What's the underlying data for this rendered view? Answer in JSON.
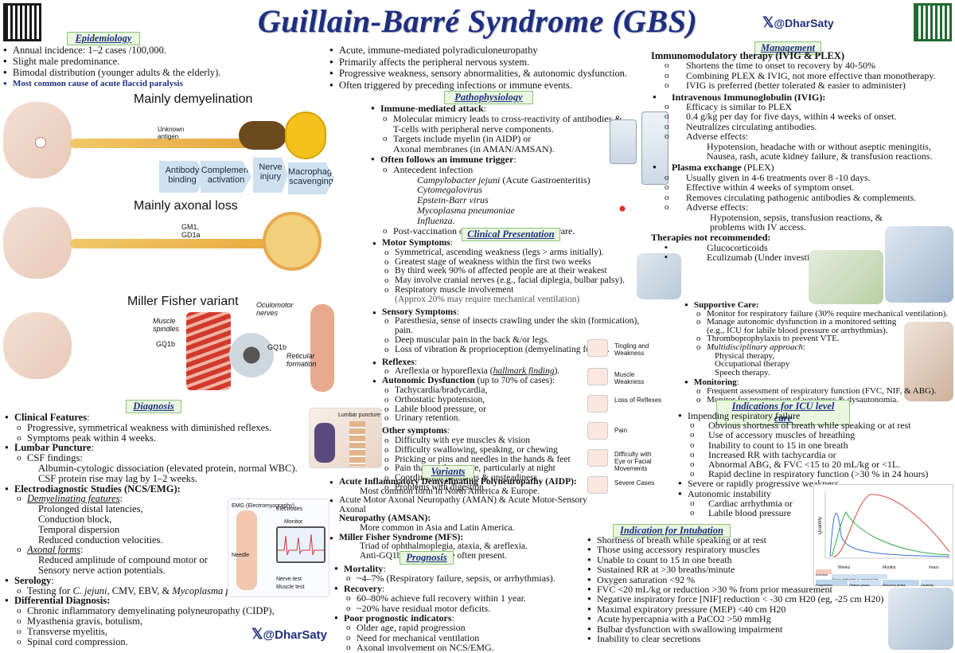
{
  "title": "Guillain-Barré Syndrome (GBS)",
  "handle": "@DharSaty",
  "epidemiology": {
    "header": "Epidemiology",
    "items": [
      "Annual incidence: 1–2 cases /100,000.",
      "Slight male predominance.",
      "Bimodal distribution (younger adults & the elderly)."
    ],
    "highlight": "Most common cause of acute flaccid paralysis"
  },
  "figure_left": {
    "demyelination_title": "Mainly demyelination",
    "unknown_antigen": "Unknown antigen",
    "arrows": [
      "Antibody binding",
      "Complement activation",
      "Nerve injury",
      "Macrophage scavenging"
    ],
    "axonal_title": "Mainly axonal loss",
    "gm1": "GM1, GD1a",
    "mfs_title": "Miller Fisher variant",
    "muscle_spindles": "Muscle spindles",
    "gq1b": "GQ1b",
    "oculomotor": "Oculomotor nerves",
    "gq1b_2": "GQ1b",
    "reticular": "Reticular formation"
  },
  "intro": {
    "items": [
      "Acute, immune-mediated polyradiculoneuropathy",
      "Primarily affects the peripheral nervous system.",
      "Progressive weakness, sensory abnormalities, & autonomic dysfunction.",
      "Often triggered by preceding infections or immune events."
    ]
  },
  "pathophysiology": {
    "header": "Pathophysiology",
    "immune_label": "Immune-mediated attack",
    "immune_items": [
      "Molecular mimicry leads to cross-reactivity of antibodies &",
      "T-cells with peripheral nerve components.",
      "Targets include myelin (in AIDP) or",
      "Axonal membranes (in AMAN/AMSAN)."
    ],
    "trigger_label": "Often follows an immune trigger",
    "antecedent": "Antecedent infection",
    "pathogens": [
      "Campylobacter jejuni",
      "Cytomegalovirus",
      "Epstein-Barr virus",
      "Mycoplasma pneumoniae",
      "Influenza."
    ],
    "campy_note": " (Acute Gastroenteritis)",
    "post": "Post-vaccination or post-surgical cases are rare."
  },
  "clinical": {
    "header": "Clinical Presentation",
    "motor_label": "Motor Symptoms",
    "motor_items": [
      "Symmetrical, ascending weakness (legs > arms initially).",
      "Greatest stage of weakness within the first two weeks",
      "By third week 90% of affected people are at their weakest",
      "May involve cranial nerves (e.g., facial diplegia, bulbar palsy).",
      "Respiratory muscle involvement"
    ],
    "motor_note": "(Approx 20% may require mechanical ventilation)",
    "sensory_label": "Sensory Symptoms",
    "sensory_items": [
      "Paresthesia, sense of insects crawling under the skin (formication), pain.",
      "Deep muscular pain in the back &/or legs.",
      "Loss of vibration & proprioception (demyelinating forms)."
    ],
    "reflex_label": "Reflexes",
    "reflex_item": "Areflexia or hyporeflexia (",
    "reflex_hallmark": "hallmark finding",
    "reflex_end": ").",
    "auto_label": "Autonomic Dysfunction",
    "auto_note": " (up to 70% of cases):",
    "auto_items": [
      "Tachycardia/bradycardia,",
      "Orthostatic hypotension,",
      "Labile blood pressure, or",
      "Urinary retention."
    ],
    "other_label": "Other symptoms",
    "other_items": [
      "Difficulty with eye muscles & vision",
      "Difficulty swallowing, speaking, or chewing",
      "Pricking or pins and needles in the hands & feet",
      "Pain that can be severe, particularly at night",
      "Coordination problems & unsteadiness",
      "Problems with digestion"
    ],
    "symptom_icons": [
      "Tingling and Weakness",
      "Muscle Weakness",
      "Loss of Reflexes",
      "Pain",
      "Difficulty with Eye or Facial Movements",
      "Severe Cases"
    ]
  },
  "variants": {
    "header": "Variants",
    "aidp": "Acute Inflammatory Demyelinating Polyneuropathy (AIDP):",
    "aidp_sub": "Most common form in North America & Europe.",
    "aman": "Acute Motor Axonal Neuropathy (AMAN) & Acute Motor-Sensory Axonal",
    "aman2": "Neuropathy (AMSAN):",
    "aman_sub": "More common in Asia and Latin America.",
    "mfs": "Miller Fisher Syndrome (MFS):",
    "mfs_sub1": "Triad of ophthalmoplegia, ataxia, & areflexia.",
    "mfs_sub2": "Anti-GQ1b antibodies are often present."
  },
  "prognosis": {
    "header": "Prognosis",
    "mortality_label": "Mortality",
    "mortality": "~4–7% (Respiratory failure, sepsis, or arrhythmias).",
    "recovery_label": "Recovery",
    "recovery": [
      "60–80% achieve full recovery within 1 year.",
      "~20% have residual motor deficits."
    ],
    "poor_label": "Poor prognostic indicators",
    "poor": [
      "Older age, rapid progression",
      "Need for mechanical ventilation",
      "Axonal involvement on NCS/EMG."
    ]
  },
  "diagnosis": {
    "header": "Diagnosis",
    "clinical_label": "Clinical Features",
    "clinical": [
      "Progressive, symmetrical weakness with diminished reflexes.",
      "Symptoms peak within 4 weeks."
    ],
    "lp_label": "Lumbar Puncture",
    "csf": "CSF findings:",
    "csf_items": [
      "Albumin-cytologic dissociation (elevated protein, normal WBC).",
      "CSF protein rise may lag by 1–2 weeks."
    ],
    "lp_fig": "Lumbar puncture",
    "eds_label": "Electrodiagnostic Studies (NCS/EMG):",
    "demy": "Demyelinating features",
    "demy_items": [
      "Prolonged distal latencies,",
      "Conduction block,",
      "Temporal dispersion",
      "Reduced conduction velocities."
    ],
    "axonal": "Axonal forms",
    "axonal_items": [
      "Reduced amplitude of compound motor or",
      "Sensory nerve action potentials."
    ],
    "emg_title": "EMG (Electromyography)",
    "emg_labels": [
      "Electrodes",
      "Monitor",
      "Needle",
      "Nerve test",
      "Muscle test"
    ],
    "sero_label": "Serology",
    "sero_a": "Testing for ",
    "sero_b": "C. jejuni",
    "sero_c": ", CMV, EBV, & ",
    "sero_d": "Mycoplasma pneumoniae",
    "sero_e": ".",
    "dd_label": "Differential Diagnosis:",
    "dd": [
      "Chronic inflammatory demyelinating polyneuropathy (CIDP),",
      "Myasthenia gravis, botulism,",
      "Transverse myelitis,",
      "Spinal cord compression."
    ]
  },
  "management": {
    "header": "Management",
    "immuno_label": "Immunomodulatory therapy (IVIG & PLEX)",
    "immuno": [
      "Shortens the time to onset to recovery by 40-50%",
      "Combining PLEX & IVIG, not more effective than monotherapy.",
      "IVIG is preferred (better tolerated & easier to administer)"
    ],
    "ivig_label": "Intravenous Immunoglobulin (IVIG):",
    "ivig": [
      "Efficacy is similar to PLEX",
      "0.4 g/kg per day for five days, within 4 weeks of onset.",
      "Neutralizes circulating antibodies.",
      "Adverse effects:"
    ],
    "ivig_ae": [
      "Hypotension, headache with or without aseptic meningitis,",
      "Nausea, rash, acute kidney failure, & transfusion reactions."
    ],
    "plex_label": "Plasma exchange",
    "plex_note": " (PLEX)",
    "plex": [
      "Usually given in 4-6 treatments over 8 -10 days.",
      "Effective within 4 weeks of symptom onset.",
      "Removes circulating pathogenic antibodies & complements.",
      "Adverse effects:"
    ],
    "plex_ae": [
      "Hypotension, sepsis, transfusion reactions, &",
      "problems with IV access."
    ],
    "notrec_label": "Therapies not recommended:",
    "notrec": [
      "Glucocorticoids",
      "Eculizumab (Under investigation)."
    ],
    "supportive_label": "Supportive Care:",
    "supportive": [
      "Monitor for respiratory failure (30% require mechanical ventilation).",
      "Manage autonomic dysfunction in a monitored setting"
    ],
    "supportive_sub": "(e.g., ICU for labile blood pressure or arrhythmias).",
    "thrombo": "Thromboprophylaxis to prevent VTE.",
    "multi": "Multidisciplinary approach",
    "multi_items": [
      "Physical therapy,",
      "Occupational therapy",
      "Speech therapy."
    ],
    "monitoring_label": "Monitoring",
    "monitoring": [
      "Frequent assessment of respiratory function (FVC, NIF, & ABG).",
      "Monitor for progression of weakness & dysautonomia."
    ]
  },
  "icu": {
    "header": "Indications for ICU level care",
    "impending": "Impending respiratory failure",
    "items": [
      "Obvious shortness of breath while speaking or at rest",
      "Use of accessory muscles of breathing",
      "Inability to count to 15 in one breath",
      "Increased RR with tachycardia or",
      "Abnormal ABG, & FVC <15 to 20 mL/kg or <1L.",
      "Rapid decline in respiratory function (>30 % in 24 hours)"
    ],
    "severe": "Severe or rapidly progressive weakness.",
    "autonomic": "Autonomic instability",
    "auto_items": [
      "Cardiac arrhythmia or",
      "Labile blood pressure"
    ]
  },
  "intubation": {
    "header": "Indication for Intubation",
    "items": [
      "Shortness of breath while speaking or at rest",
      "Those using accessory respiratory muscles",
      "Unable to count to 15 in one breath",
      "Sustained RR at >30 breaths/minute",
      "Oxygen saturation <92 %",
      "FVC <20 mL/kg or reduction >30 % from prior measurement",
      "Negative inspiratory force [NIF] reduction < -30 cm H20 (eg, -25 cm H20)",
      "Maximal expiratory pressure (MEP) <40 cm H20",
      "Acute hypercapnia with a PaCO2 >50 mmHg",
      "Bulbar dysfunction with swallowing impairment",
      "Inability to clear secretions"
    ]
  },
  "timeline_chart": {
    "ylabel": "Quantity",
    "ticks": [
      "Weeks",
      "Months",
      "Years"
    ],
    "phases": [
      "Progression",
      "Plateau phase",
      "Recovery phase",
      "Disability"
    ],
    "bars": [
      "Infection",
      "Serum antibodies to gangliosides"
    ]
  },
  "colors": {
    "title": "#1e2f80",
    "header_bg": "#eaf6e0",
    "header_border": "#8bc37a"
  }
}
